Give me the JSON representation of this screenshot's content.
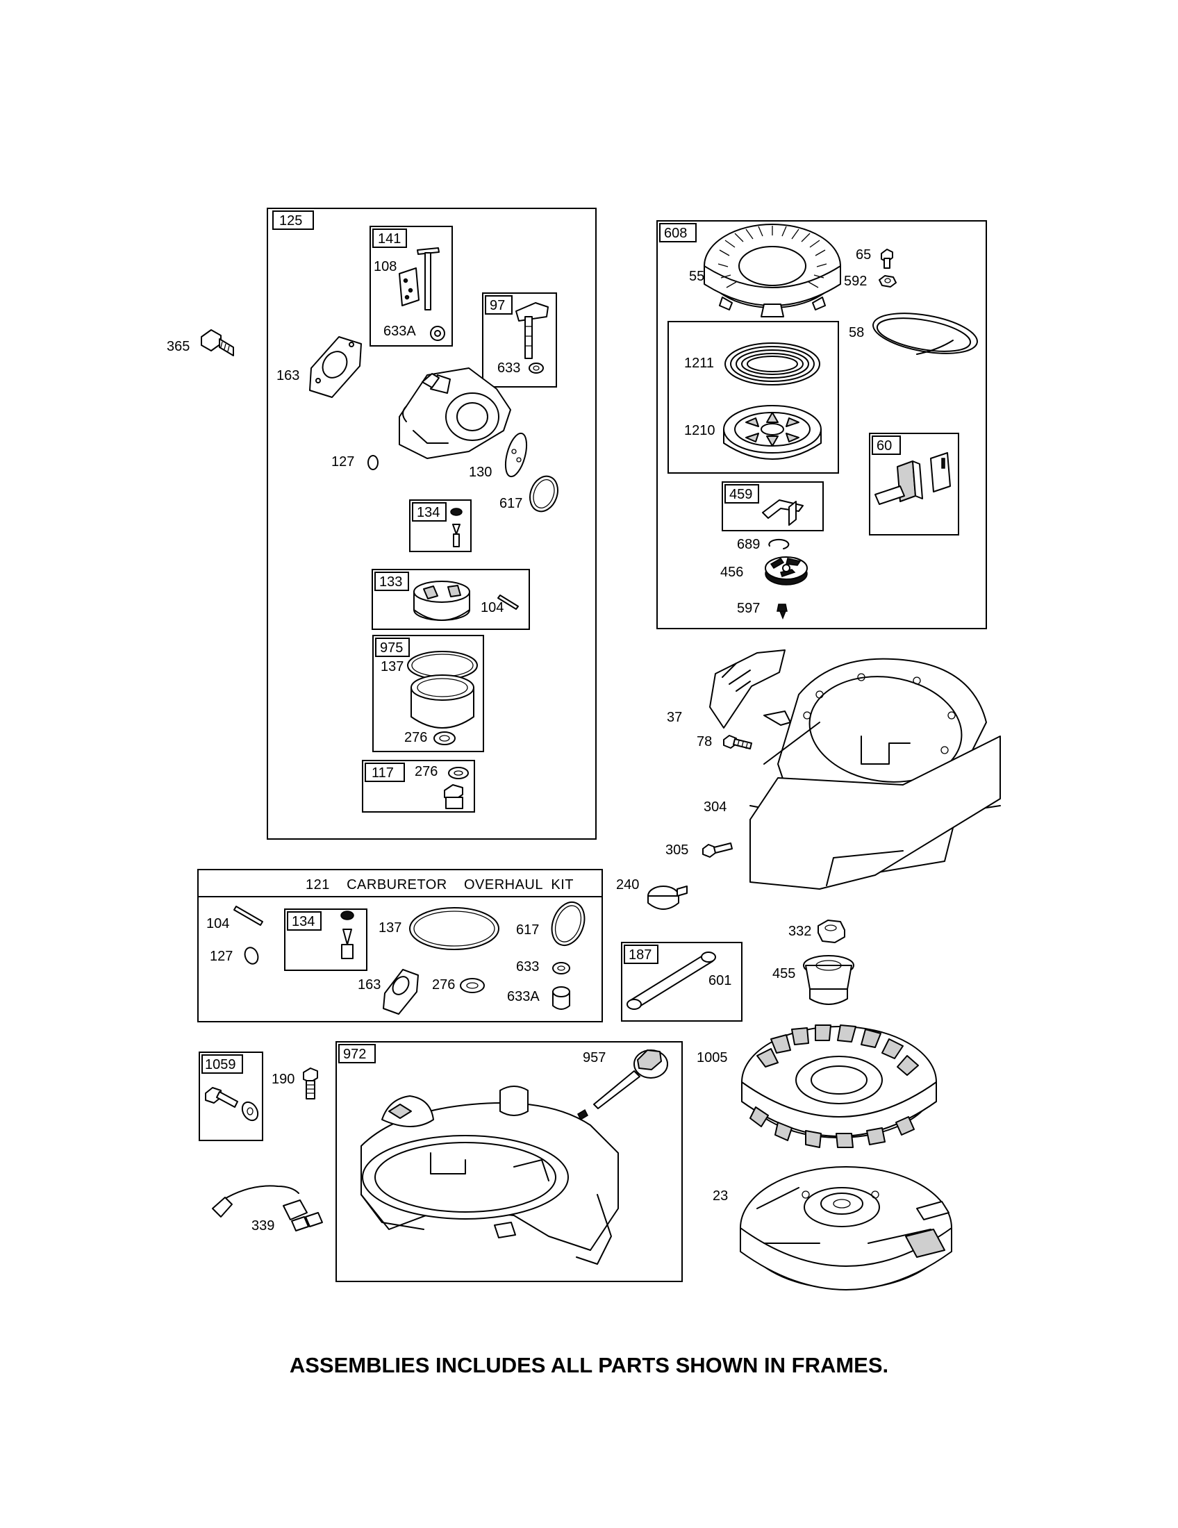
{
  "footer_note": "ASSEMBLIES INCLUDES ALL PARTS SHOWN IN FRAMES.",
  "kit_title": "121    CARBURETOR    OVERHAUL  KIT",
  "frames": [
    {
      "tag": "125"
    },
    {
      "tag": "141"
    },
    {
      "tag": "97"
    },
    {
      "tag": "134"
    },
    {
      "tag": "133"
    },
    {
      "tag": "975"
    },
    {
      "tag": "117"
    },
    {
      "tag": "608"
    },
    {
      "tag": "60"
    },
    {
      "tag": "459"
    },
    {
      "tag": "134"
    },
    {
      "tag": "187"
    },
    {
      "tag": "1059"
    },
    {
      "tag": "972"
    }
  ],
  "callouts": [
    "365",
    "163",
    "108",
    "633A",
    "633",
    "127",
    "130",
    "617",
    "104",
    "137",
    "276",
    "276",
    "55",
    "65",
    "592",
    "58",
    "1211",
    "1210",
    "689",
    "456",
    "597",
    "37",
    "78",
    "304",
    "305",
    "240",
    "104",
    "127",
    "137",
    "617",
    "163",
    "276",
    "633",
    "633A",
    "332",
    "455",
    "601",
    "957",
    "1005",
    "190",
    "339",
    "23"
  ]
}
